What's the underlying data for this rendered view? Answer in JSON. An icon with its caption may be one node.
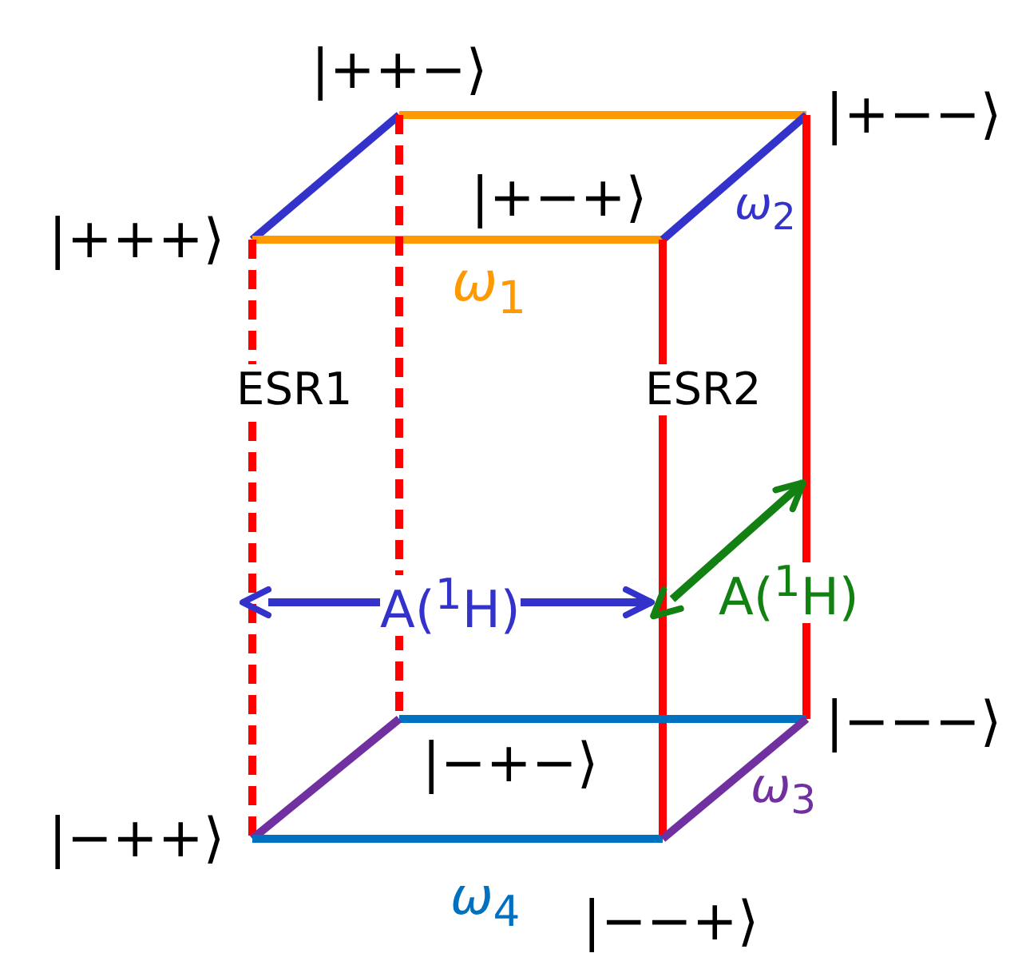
{
  "diagram": {
    "nodes": [
      {
        "text": [
          "|+++⟩"
        ]
      },
      {
        "text": [
          "|++−⟩"
        ]
      },
      {
        "text": [
          "|+−+⟩"
        ]
      },
      {
        "text": [
          "|+−−⟩"
        ]
      },
      {
        "text": [
          "|−++⟩"
        ]
      },
      {
        "text": [
          "|−+−⟩"
        ]
      },
      {
        "text": [
          "|−−+⟩"
        ]
      },
      {
        "text": [
          "|−−−⟩"
        ]
      }
    ],
    "edges": [
      {
        "from": 0,
        "to": 1,
        "arrow": "none",
        "color": "#3333cc"
      },
      {
        "from": 1,
        "to": 3,
        "arrow": "none",
        "color": "#ff9900"
      },
      {
        "from": 0,
        "to": 2,
        "arrow": "none",
        "color": "#ff9900",
        "label": "*ω*$_{1}$"
      },
      {
        "from": 2,
        "to": 3,
        "arrow": "none",
        "color": "#3333cc",
        "label": "*ω*$_{2}$"
      },
      {
        "from": 0,
        "to": 4,
        "arrow": "none",
        "color": "#ff0000",
        "style": "dashed",
        "label": "ESR1"
      },
      {
        "from": 1,
        "to": 5,
        "arrow": "none",
        "color": "#ff0000",
        "style": "dashed"
      },
      {
        "from": 2,
        "to": 6,
        "arrow": "none",
        "color": "#ff0000",
        "label": "ESR2"
      },
      {
        "from": 3,
        "to": 7,
        "arrow": "none",
        "color": "#ff0000"
      },
      {
        "from": 5,
        "to": 7,
        "arrow": "none",
        "color": "#0070c0"
      },
      {
        "from": 4,
        "to": 5,
        "arrow": "none",
        "color": "#7030a0"
      },
      {
        "from": 4,
        "to": 6,
        "arrow": "none",
        "color": "#0070c0",
        "label": "*ω*$_{4}$"
      },
      {
        "from": 6,
        "to": 7,
        "arrow": "none",
        "color": "#7030a0",
        "label": "*ω*$_{3}$"
      }
    ],
    "labels": [
      "A($^{1}$H)",
      "A($^{1}$H)"
    ]
  }
}
